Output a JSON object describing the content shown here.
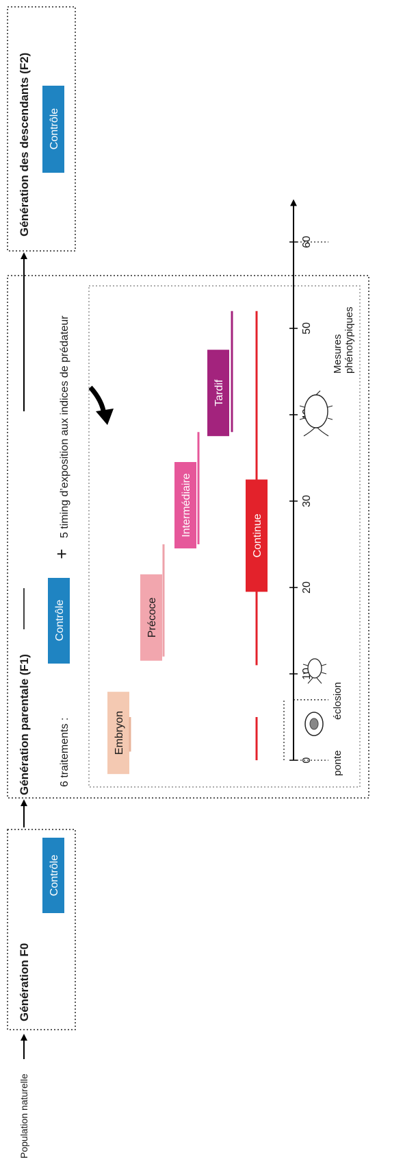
{
  "population_label": "Population naturelle",
  "f0": {
    "title": "Génération F0",
    "control_label": "Contrôle"
  },
  "f1": {
    "title": "Génération parentale (F1)",
    "treatments_prefix": "6 traitements :",
    "control_label": "Contrôle",
    "plus": "+",
    "timing_text": "5 timing d’exposition aux indices de prédateur"
  },
  "f2": {
    "title": "Génération des descendants (F2)",
    "control_label": "Contrôle"
  },
  "timeline": {
    "ticks": [
      "0",
      "10",
      "20",
      "30",
      "40",
      "50",
      "60"
    ],
    "tick_values": [
      0,
      10,
      20,
      30,
      40,
      50,
      60
    ],
    "axis_range": [
      0,
      64
    ],
    "ponte_label": "ponte",
    "eclosion_label": "éclosion",
    "mesures_label_line1": "Mesures",
    "mesures_label_line2": "phénotypiques",
    "mesures_day": 60,
    "eclosion_day": 7
  },
  "treatments": [
    {
      "name": "Embryon",
      "start": 1,
      "end": 5,
      "color": "#f4c9b2",
      "text_color": "#1a1a1a",
      "line_color": "#e8b39a"
    },
    {
      "name": "Précoce",
      "start": 12,
      "end": 25,
      "color": "#f2a6ae",
      "text_color": "#1a1a1a",
      "line_color": "#eea2aa"
    },
    {
      "name": "Intermédiaire",
      "start": 25,
      "end": 38,
      "color": "#e6579a",
      "text_color": "#ffffff",
      "line_color": "#e6579a"
    },
    {
      "name": "Tardif",
      "start": 38,
      "end": 52,
      "color": "#a3237d",
      "text_color": "#ffffff",
      "line_color": "#a3237d"
    },
    {
      "name": "Continue",
      "segments": [
        [
          0,
          5
        ],
        [
          11,
          52
        ]
      ],
      "color": "#e3222b",
      "text_color": "#ffffff",
      "line_color": "#e3222b"
    }
  ],
  "colors": {
    "control": "#1f84c2"
  }
}
